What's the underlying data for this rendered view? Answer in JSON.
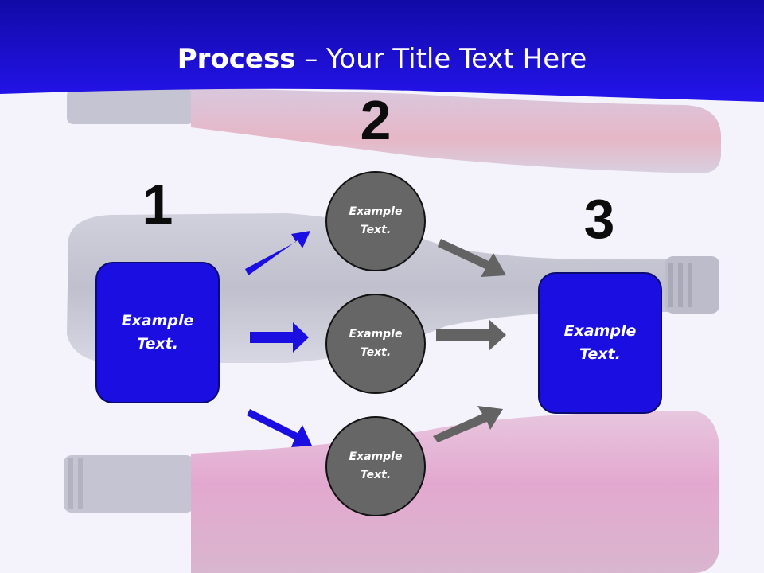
{
  "slide": {
    "title_bold": "Process",
    "title_rest": " – Your Title Text Here"
  },
  "steps": [
    {
      "number": "1",
      "text": "Example Text."
    },
    {
      "number": "2",
      "text": ""
    },
    {
      "number": "3",
      "text": "Example Text."
    }
  ],
  "middle_nodes": [
    {
      "text": "Example Text."
    },
    {
      "text": "Example Text."
    },
    {
      "text": "Example Text."
    }
  ],
  "colors": {
    "header": "#1a0fd0",
    "box_fill": "#1a0fe0",
    "circle_fill": "#666666",
    "blue_arrow": "#1a0fe0",
    "gray_arrow": "#636363"
  }
}
